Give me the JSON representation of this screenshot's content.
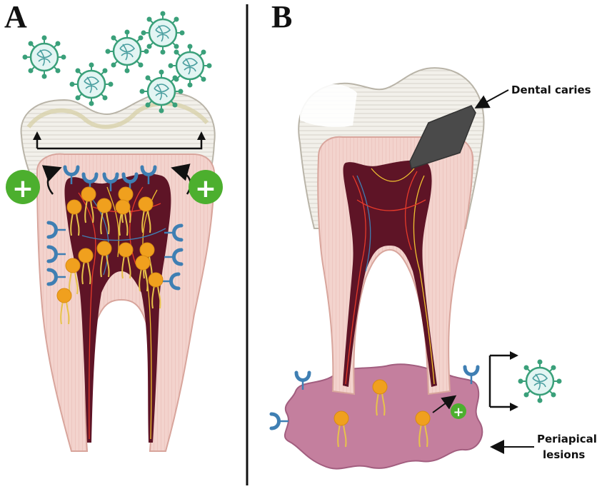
{
  "panels": {
    "a": {
      "letter": "A"
    },
    "b": {
      "letter": "B"
    }
  },
  "labels": {
    "dental_caries": "Dental caries",
    "periapical_line1": "Periapical",
    "periapical_line2": "lesions"
  },
  "symbols": {
    "activation": "+"
  },
  "colors": {
    "enamel": "#f1efe8",
    "dentin": "#f2cfc8",
    "pulp": "#5e1426",
    "receptor": "#3f7fb3",
    "cell": "#f0a01e",
    "virus": "#3aa07a",
    "plus_badge": "#4caf2e",
    "lesion": "#c47f9e",
    "caries": "#4a4a4a"
  }
}
